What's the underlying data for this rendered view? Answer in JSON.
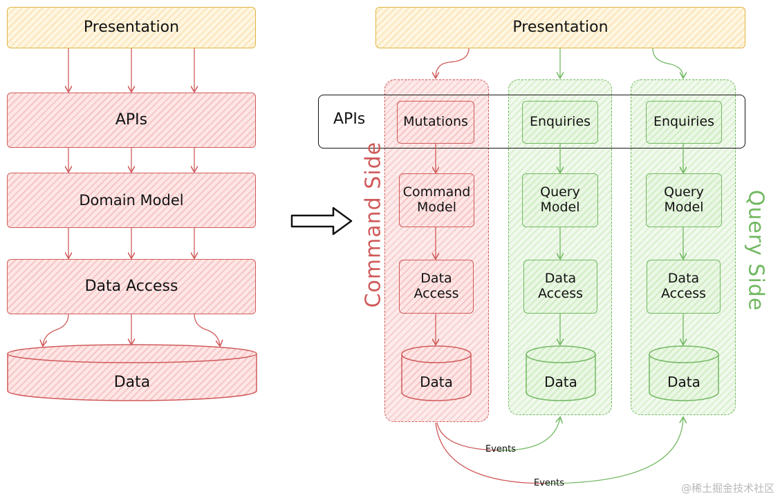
{
  "left": {
    "presentation": "Presentation",
    "apis": "APIs",
    "domain_model": "Domain Model",
    "data_access": "Data Access",
    "data": "Data"
  },
  "right": {
    "presentation": "Presentation",
    "apis": "APIs",
    "mutations": "Mutations",
    "enquiries_1": "Enquiries",
    "enquiries_2": "Enquiries",
    "command_model": "Command\nModel",
    "query_model_1": "Query\nModel",
    "query_model_2": "Query\nModel",
    "data_access_cmd": "Data\nAccess",
    "data_access_q1": "Data\nAccess",
    "data_access_q2": "Data\nAccess",
    "data_cmd": "Data",
    "data_q1": "Data",
    "data_q2": "Data",
    "command_side": "Command Side",
    "query_side": "Query Side",
    "events_1": "Events",
    "events_2": "Events"
  },
  "watermark": "@稀土掘金技术社区",
  "colors": {
    "presentation_fill": "#fbe5b8",
    "command_stroke": "#d05a5a",
    "query_stroke": "#72b862"
  }
}
